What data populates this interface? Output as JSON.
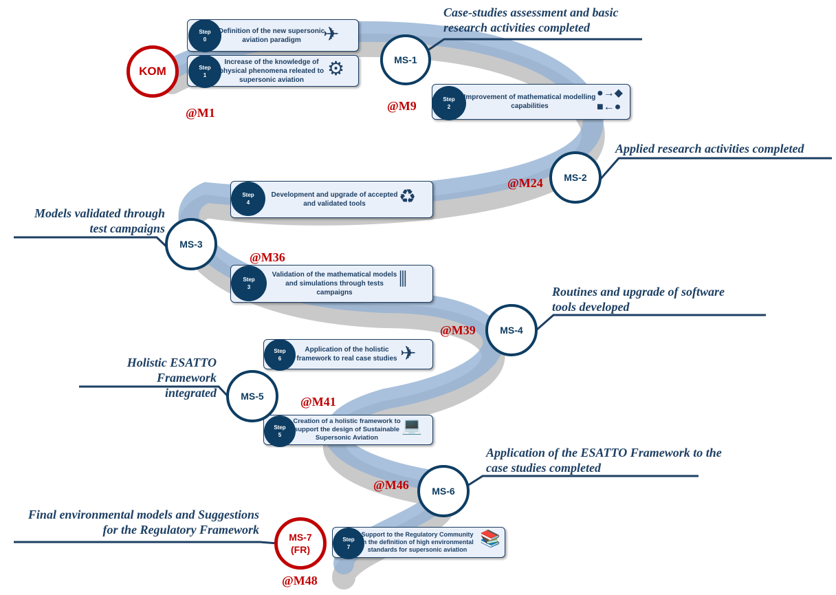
{
  "steps": [
    {
      "label": "Step",
      "num": "0",
      "text": "Definition of the new supersonic aviation paradigm",
      "icon": "airplane-icon"
    },
    {
      "label": "Step",
      "num": "1",
      "text": "Increase of the knowledge of physical phenomena releated to supersonic aviation",
      "icon": "head-gears-icon"
    },
    {
      "label": "Step",
      "num": "2",
      "text": "Improvement of mathematical modelling capabilities",
      "icon": "flowchart-icon"
    },
    {
      "label": "Step",
      "num": "3",
      "text": "Validation of the mathematical models and simulations through tests campaigns",
      "icon": "test-tubes-icon"
    },
    {
      "label": "Step",
      "num": "4",
      "text": "Development and upgrade of accepted and validated tools",
      "icon": "recycle-icon"
    },
    {
      "label": "Step",
      "num": "5",
      "text": "Creation of a holistic framework to support the design of Sustainable Supersonic Aviation",
      "icon": "laptop-gears-icon"
    },
    {
      "label": "Step",
      "num": "6",
      "text": "Application of the holistic framework to real case studies",
      "icon": "airplane-icon"
    },
    {
      "label": "Step",
      "num": "7",
      "text": "Support to the Regulatory Community in the definition of high environmental standards for supersonic aviation",
      "icon": "books-icon"
    }
  ],
  "milestones": [
    {
      "id": "KOM",
      "month": "@M1"
    },
    {
      "id": "MS-1",
      "month": "@M9",
      "desc": "Case-studies assessment and basic research activities completed"
    },
    {
      "id": "MS-2",
      "month": "@M24",
      "desc": "Applied research activities completed"
    },
    {
      "id": "MS-3",
      "month": "@M36",
      "desc": "Models validated through test campaigns"
    },
    {
      "id": "MS-4",
      "month": "@M39",
      "desc": "Routines and upgrade of software tools developed"
    },
    {
      "id": "MS-5",
      "month": "@M41",
      "desc": "Holistic ESATTO Framework integrated"
    },
    {
      "id": "MS-6",
      "month": "@M46",
      "desc": "Application of the ESATTO Framework to the case studies completed"
    },
    {
      "id": "MS-7 (FR)",
      "month": "@M48",
      "desc": "Final environmental models and Suggestions for the Regulatory Framework"
    }
  ],
  "colors": {
    "navy": "#0d3d63",
    "red": "#c00000",
    "spiral_blue": "#8faecf",
    "spiral_gray": "#c8c8c8"
  }
}
